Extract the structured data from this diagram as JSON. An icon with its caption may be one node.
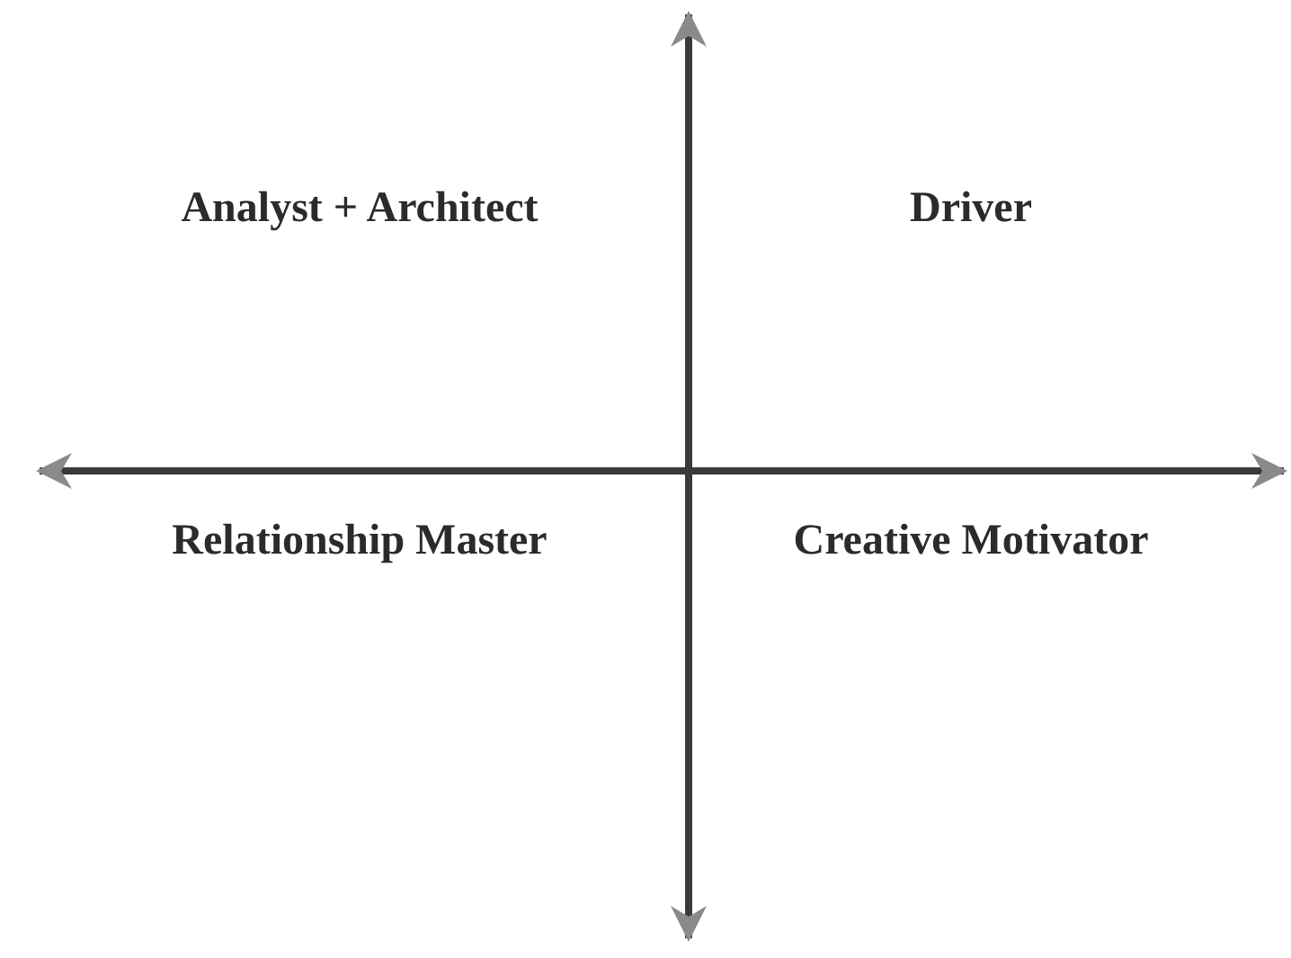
{
  "diagram": {
    "labels": [
      "Analyst + Architect",
      "Driver",
      "Relationship Master",
      "Creative Motivator"
    ]
  }
}
